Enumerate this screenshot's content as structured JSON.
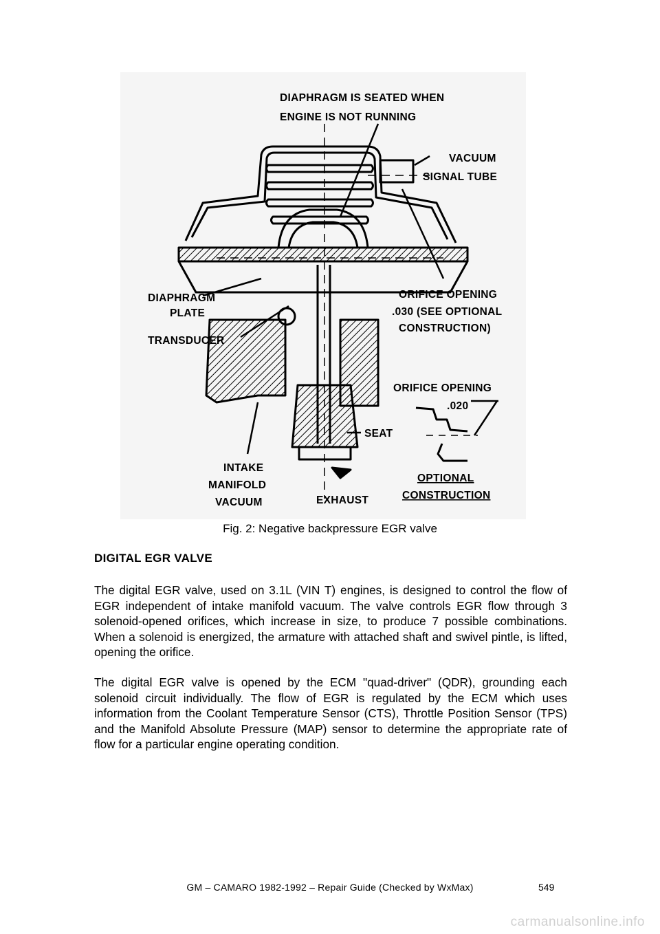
{
  "figure": {
    "labels": {
      "diaphragm_seated_1": "DIAPHRAGM IS SEATED WHEN",
      "diaphragm_seated_2": "ENGINE IS NOT RUNNING",
      "vacuum": "VACUUM",
      "signal_tube": "SIGNAL TUBE",
      "diaphragm": "DIAPHRAGM",
      "plate": "PLATE",
      "transducer": "TRANSDUCER",
      "orifice_030_1": "ORIFICE OPENING",
      "orifice_030_2": ".030 (SEE OPTIONAL",
      "orifice_030_3": "CONSTRUCTION)",
      "orifice_020_1": "ORIFICE OPENING",
      "orifice_020_2": ".020",
      "seat": "SEAT",
      "intake": "INTAKE",
      "manifold": "MANIFOLD",
      "vacuum2": "VACUUM",
      "exhaust": "EXHAUST",
      "optional": "OPTIONAL",
      "construction": "CONSTRUCTION"
    }
  },
  "caption": "Fig. 2: Negative backpressure EGR valve",
  "heading": "DIGITAL EGR VALVE",
  "paragraphs": [
    "The digital EGR valve, used on 3.1L (VIN T) engines, is designed to control the flow of EGR independent of intake manifold vacuum. The valve controls EGR flow through 3 solenoid-opened orifices, which increase in size, to produce 7 possible combinations. When a solenoid is energized, the armature with attached shaft and swivel pintle, is lifted, opening the orifice.",
    "The digital EGR valve is opened by the ECM \"quad-driver\" (QDR), grounding each solenoid circuit individually. The flow of EGR is regulated by the ECM which uses information from the Coolant Temperature Sensor (CTS), Throttle Position Sensor (TPS) and the Manifold Absolute Pressure (MAP) sensor to determine the appropriate rate of flow for a particular engine operating condition."
  ],
  "footer": {
    "title": "GM – CAMARO 1982-1992 – Repair Guide (Checked by WxMax)",
    "page": "549"
  },
  "watermark": "carmanualsonline.info"
}
